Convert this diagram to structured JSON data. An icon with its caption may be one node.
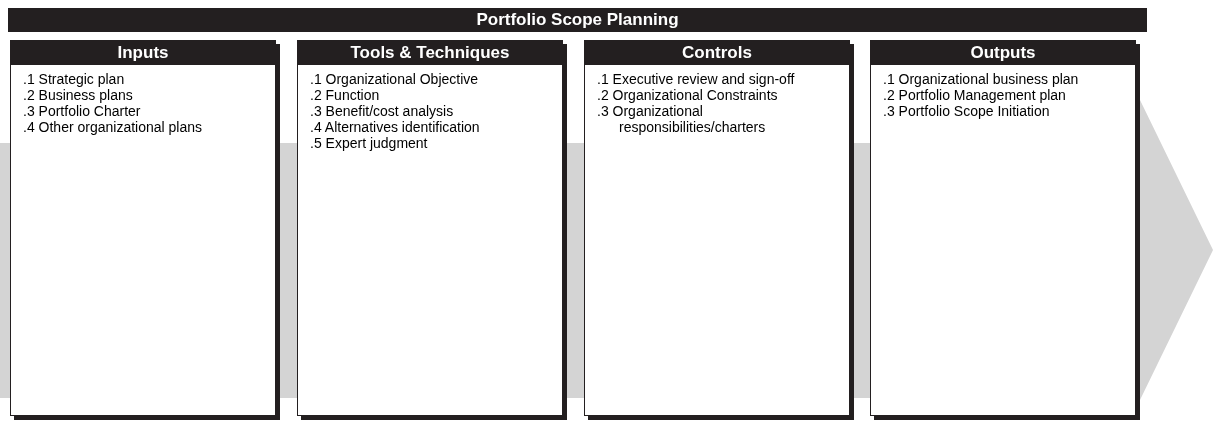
{
  "diagram": {
    "title": "Portfolio Scope Planning",
    "nodes": [
      {
        "text": [
          "Inputs",
          ".1 Strategic plan",
          ".2 Business plans",
          ".3 Portfolio Charter",
          ".4 Other organizational plans"
        ]
      },
      {
        "text": [
          "Tools & Techniques",
          ".1 Organizational Objective",
          ".2 Function",
          ".3 Benefit/cost analysis",
          ".4 Alternatives identification",
          ".5 Expert judgment"
        ]
      },
      {
        "text": [
          "Controls",
          ".1 Executive review and sign-off",
          ".2 Organizational Constraints",
          ".3 Organizational responsibilities/charters"
        ]
      },
      {
        "text": [
          "Outputs",
          ".1 Organizational business plan",
          ".2 Portfolio Management plan",
          ".3 Portfolio Scope Initiation"
        ]
      }
    ]
  }
}
